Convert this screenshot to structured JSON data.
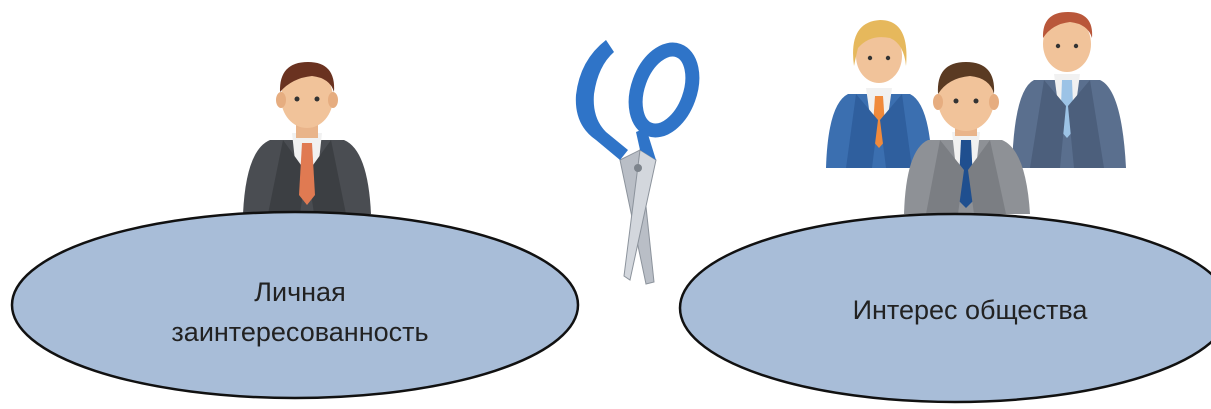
{
  "diagram": {
    "left": {
      "line1": "Личная",
      "line2": "заинтересованность",
      "icon": "single-businessman-icon"
    },
    "right": {
      "text": "Интерес общества",
      "icon": "group-of-people-icon"
    },
    "center": {
      "icon": "scissors-icon"
    }
  },
  "colors": {
    "ellipse_fill": "#a8bdd8",
    "ellipse_stroke": "#111111",
    "suit_dark": "#4a4d52",
    "suit_blue": "#3b6fb0",
    "suit_gray": "#8e9196",
    "scissors_handle": "#2f74c8",
    "scissors_blade": "#b9bec6"
  }
}
